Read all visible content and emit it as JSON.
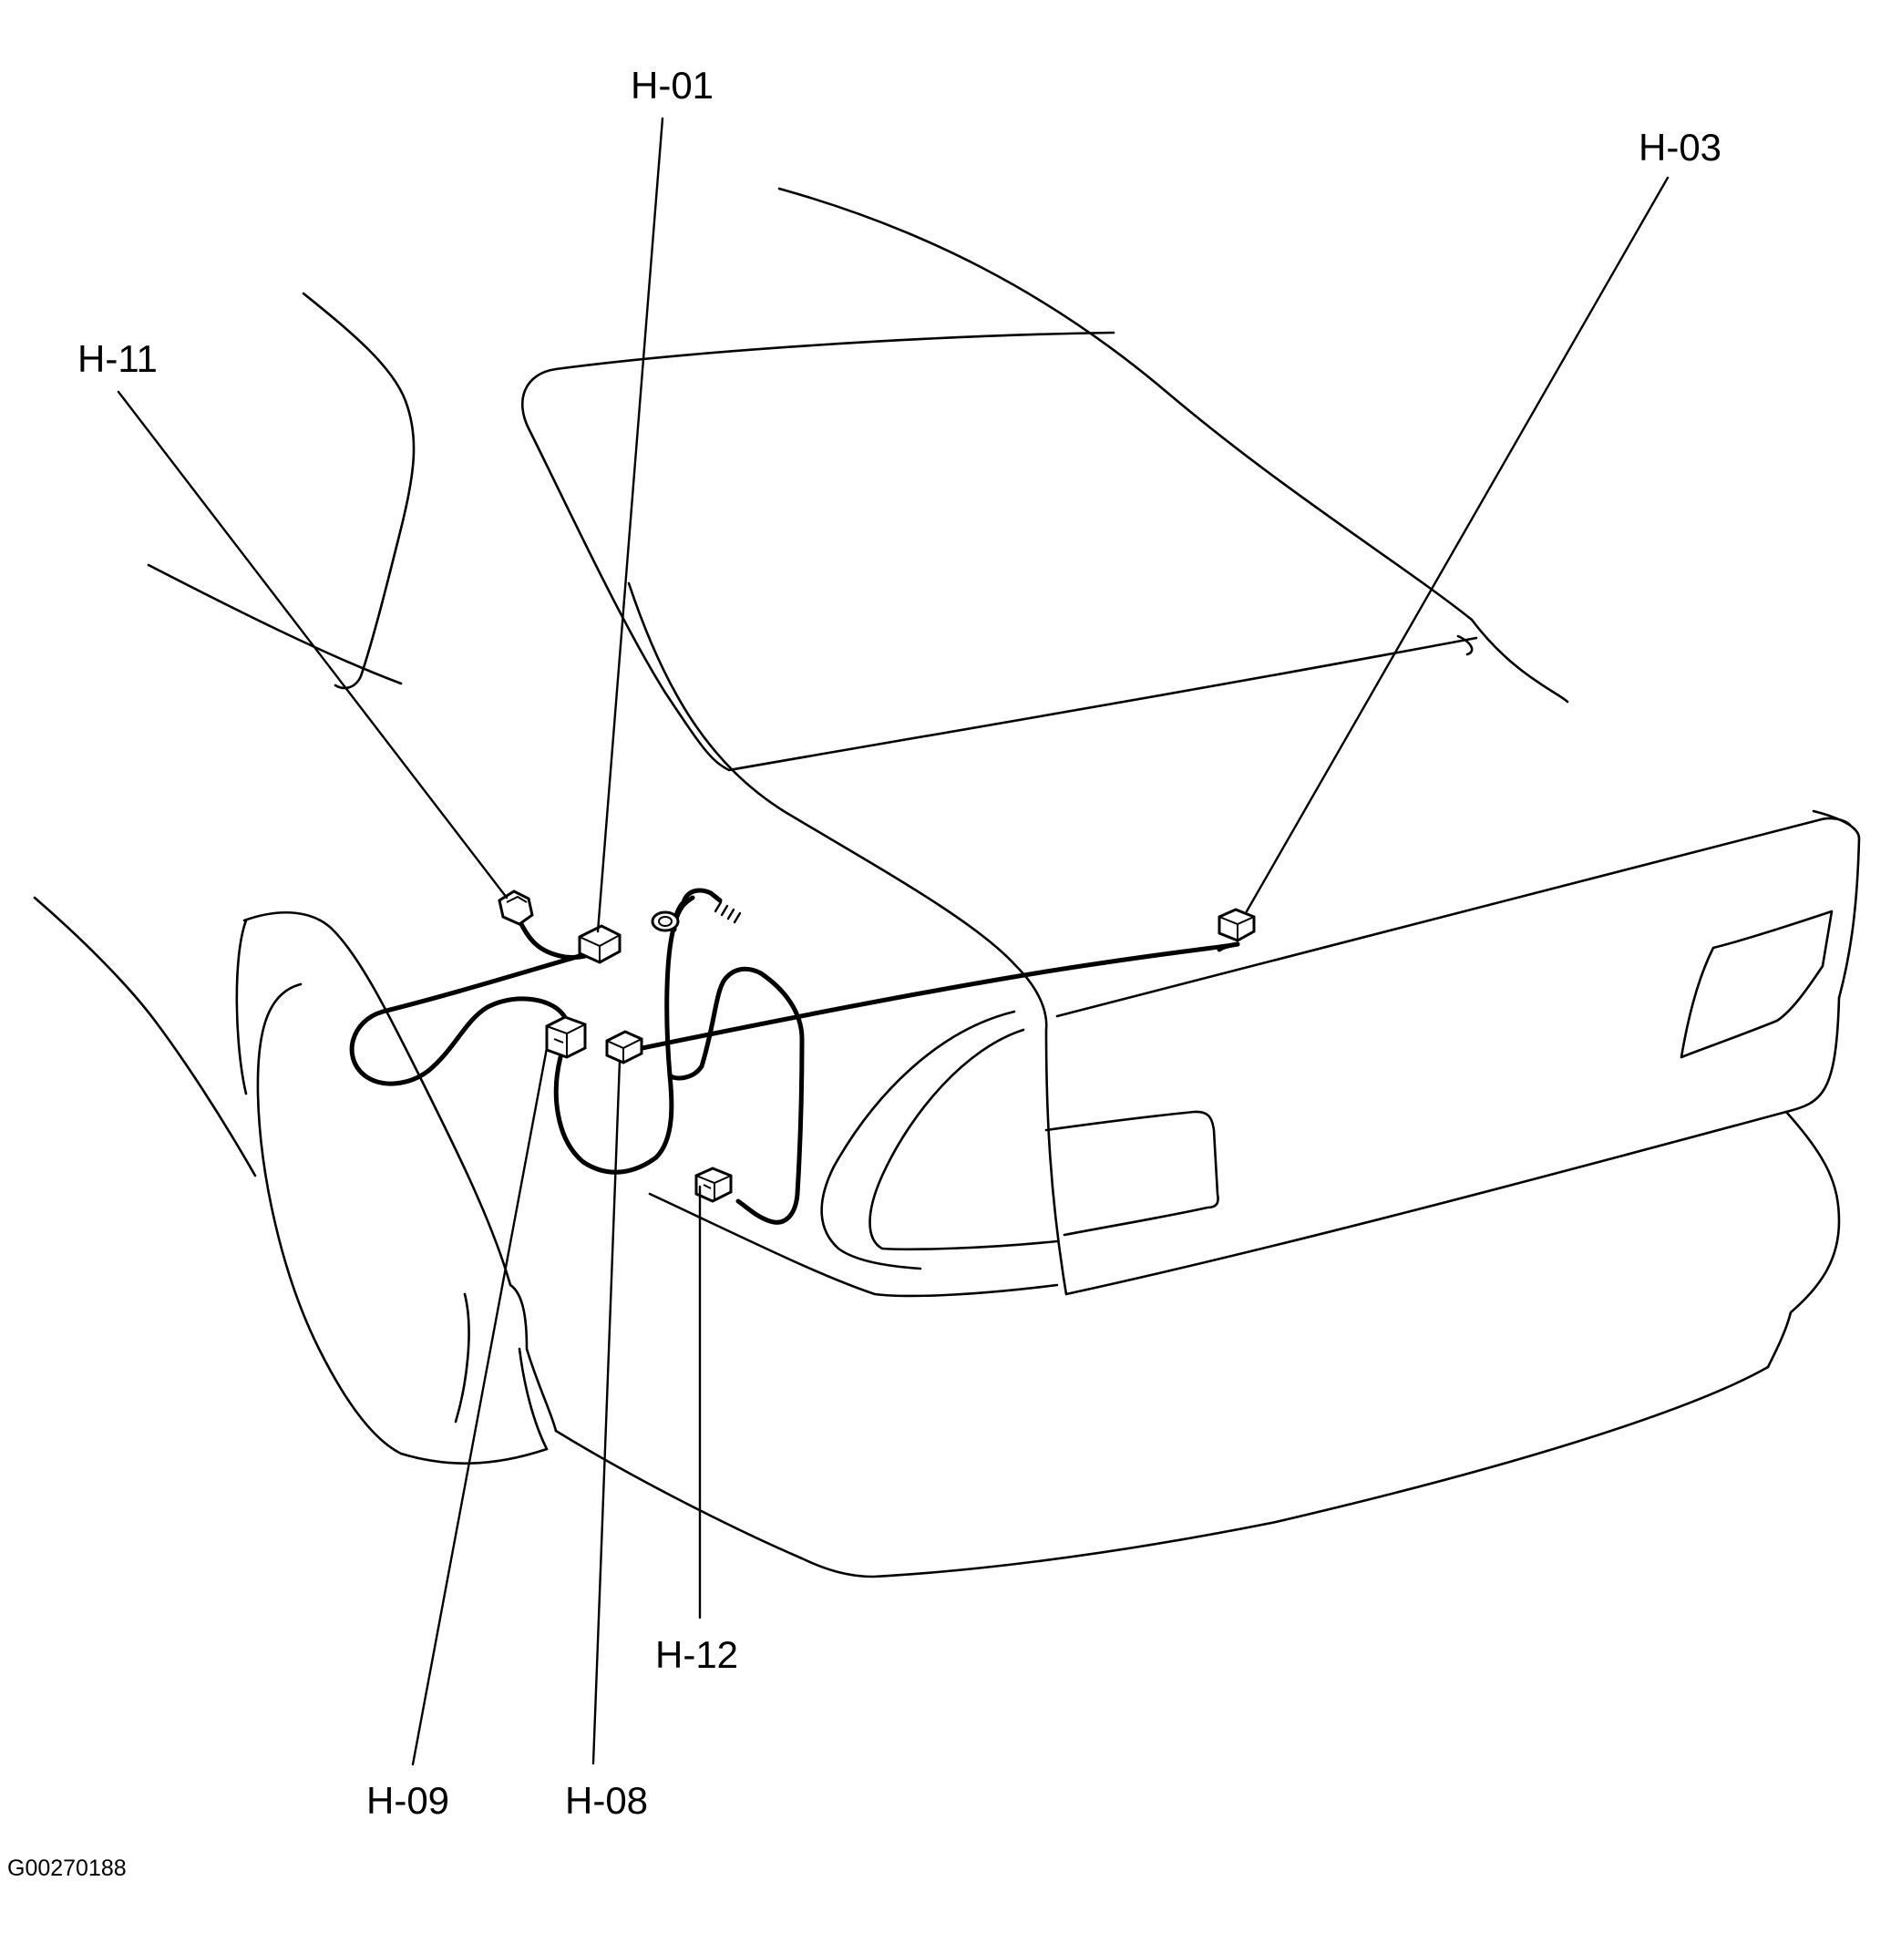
{
  "callouts": {
    "h01": "H-01",
    "h03": "H-03",
    "h11": "H-11",
    "h12": "H-12",
    "h09": "H-09",
    "h08": "H-08"
  },
  "figure_code": "G00270188"
}
